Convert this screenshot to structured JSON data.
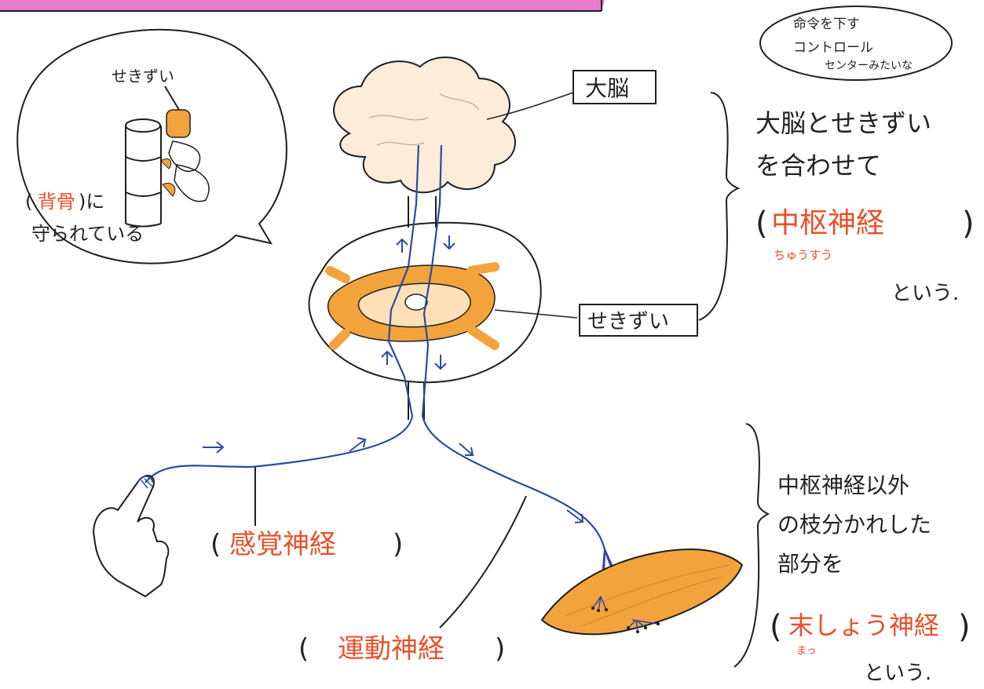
{
  "colors": {
    "ink": "#1e1e1e",
    "nerve_blue": "#2b4aa0",
    "answer_red": "#e8502a",
    "orange": "#f2a33c",
    "orange_light": "#f8c98a",
    "banner_pink": "#e97bd0"
  },
  "speech_bubble": {
    "label_spinal_cord": "せきずい",
    "backbone_open": "(",
    "backbone_answer": "背骨",
    "backbone_close": ")に",
    "protected_text": "守られている"
  },
  "top_right_note": {
    "line1": "命令を下す",
    "line2": "コントロール",
    "line3": "センターみたいな"
  },
  "labels": {
    "brain": "大脳",
    "spinal_cord": "せきずい"
  },
  "central": {
    "line1": "大脳とせきずい",
    "line2": "を合わせて",
    "paren_open": "(",
    "answer": "中枢神経",
    "paren_close": ")",
    "reading": "ちゅうすう",
    "toiu": "という."
  },
  "peripheral": {
    "line1": "中枢神経以外",
    "line2": "の枝分かれした",
    "line3": "部分を",
    "paren_open": "(",
    "answer": "末しょう神経",
    "paren_close": ")",
    "reading": "まっ",
    "toiu": "という."
  },
  "sensory": {
    "paren_open": "(",
    "answer": "感覚神経",
    "paren_close": ")"
  },
  "motor": {
    "paren_open": "(",
    "answer": "運動神経",
    "paren_close": ")"
  }
}
